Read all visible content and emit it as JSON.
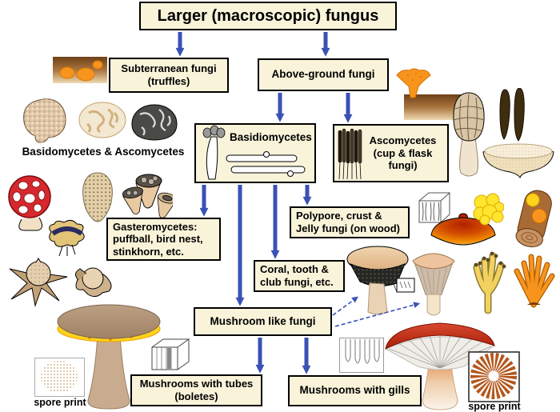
{
  "diagram": {
    "title": "Larger (macroscopic) fungus",
    "boxes": {
      "subterranean": "Subterranean fungi (truffles)",
      "above_ground": "Above-ground fungi",
      "basidiomycetes": "Basidiomycetes",
      "ascomycetes": "Ascomycetes (cup & flask fungi)",
      "gasteromycetes": "Gasteromycetes: puffball, bird nest, stinkhorn, etc.",
      "polypore": "Polypore, crust & Jelly fungi (on wood)",
      "coral": "Coral, tooth & club fungi, etc.",
      "mushroom_like": "Mushroom like fungi",
      "tubes": "Mushrooms with tubes (boletes)",
      "gills": "Mushrooms with gills"
    },
    "captions": {
      "basid_asco": "Basidomycetes & Ascomycetes",
      "spore_print_left": "spore print",
      "spore_print_right": "spore print"
    },
    "colors": {
      "canvas": "#ffffff",
      "box_background": "#f9f3da",
      "box_border": "#000000",
      "arrow_blue": "#3a51b4",
      "truffle_orange": "#f7941d",
      "cage_red": "#d7282f",
      "jelly_yellow": "#ffe52e",
      "bracket_red": "#b22000",
      "mushroom_cap_red": "#c63018",
      "spore_print_rust": "#b4571b"
    },
    "illustrations": [
      "soil-with-truffles",
      "truffle-cross-section-tan",
      "truffle-cross-section-pale",
      "truffle-cross-section-dark",
      "red-cage-fungus",
      "spiny-puffball",
      "birds-nest-fungi",
      "stinkhorn-egg",
      "earthstar-large",
      "earthstar-small",
      "bolete-mushroom",
      "spore-print-pale",
      "tube-layer-cube",
      "chanterelle-on-soil",
      "morel",
      "dead-mans-fingers",
      "cup-fungus",
      "asci-cube",
      "bracket-fungus",
      "yellow-jelly-fungus",
      "jelly-fungi-on-log",
      "crown-coral",
      "club-coral",
      "tooth-fungus-mushroom",
      "funnel-chanterelle",
      "gill-profile-diagram",
      "red-capped-gill-mushroom",
      "spore-print-radial",
      "basidium-with-spores",
      "hyphae-with-clamps",
      "asci-bundle"
    ]
  }
}
